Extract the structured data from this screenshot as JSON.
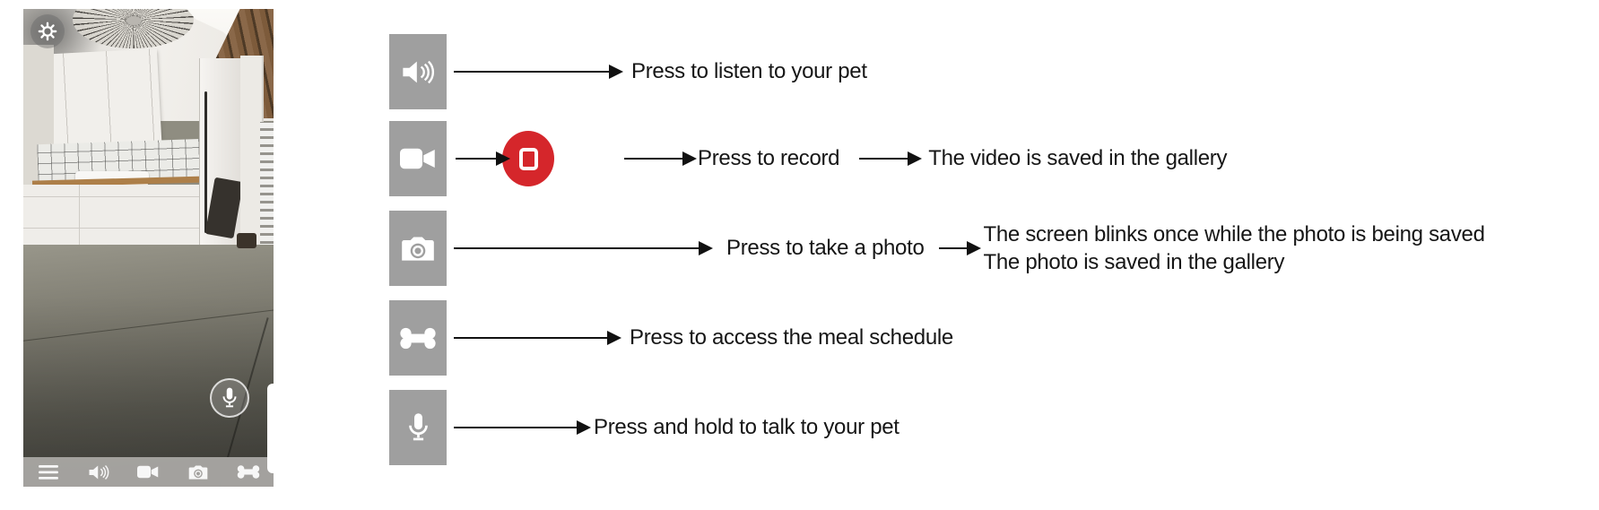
{
  "phone_preview": {
    "settings_button": {
      "icon": "gear-icon"
    },
    "talk_button": {
      "icon": "microphone-icon"
    },
    "toolbar": {
      "items": [
        {
          "icon": "menu-icon"
        },
        {
          "icon": "speaker-icon"
        },
        {
          "icon": "video-camera-icon"
        },
        {
          "icon": "photo-camera-icon"
        },
        {
          "icon": "bone-icon"
        }
      ]
    }
  },
  "legend": {
    "rows": [
      {
        "icon": "speaker-icon",
        "label": "Press to listen to your pet"
      },
      {
        "icon": "video-camera-icon",
        "record_button_icon": "record-stop-icon",
        "label": "Press to record",
        "result": "The video is saved in the gallery"
      },
      {
        "icon": "photo-camera-icon",
        "label": "Press to take a photo",
        "result_line1": "The screen blinks once while the photo is being saved",
        "result_line2": "The photo is saved in the gallery"
      },
      {
        "icon": "bone-icon",
        "label": "Press to access the meal schedule"
      },
      {
        "icon": "microphone-icon",
        "label": "Press and hold to talk to your pet"
      }
    ]
  },
  "colors": {
    "icon_tile": "#9f9f9f",
    "record_red": "#d5262b",
    "toolbar_gray": "#a8a6a3",
    "text": "#161616",
    "arrow": "#111111"
  }
}
